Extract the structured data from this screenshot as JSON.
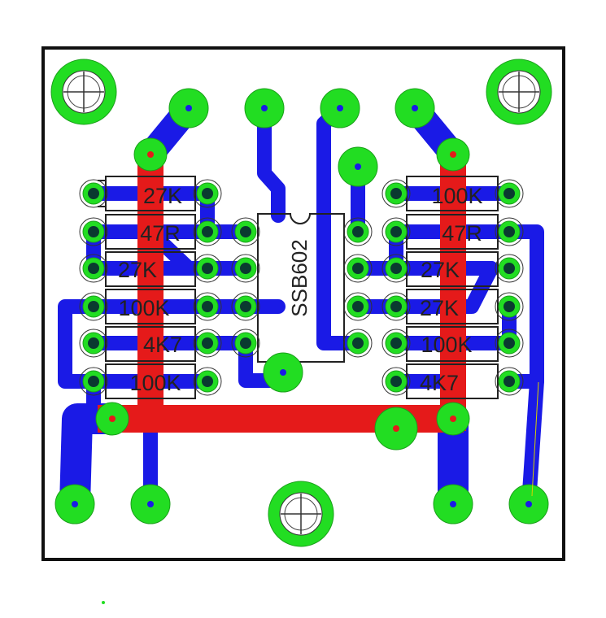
{
  "colors": {
    "board_bg": "#ffffff",
    "outline": "#111111",
    "bottom_trace": "#1a1ae6",
    "top_trace": "#e51a1a",
    "pad_ring": "#22dd22",
    "via_dot": "#1a1ae6",
    "top_via_dot": "#e51a1a",
    "drill": "#0a3a30",
    "silkscreen": "#222222"
  },
  "board": {
    "ic": {
      "label": "SSB602"
    },
    "resistors_left": [
      {
        "label": "27K"
      },
      {
        "label": "47R"
      },
      {
        "label": "27K"
      },
      {
        "label": "100K"
      },
      {
        "label": "4K7"
      },
      {
        "label": "100K"
      }
    ],
    "resistors_right": [
      {
        "label": "100K"
      },
      {
        "label": "47R"
      },
      {
        "label": "27K"
      },
      {
        "label": "27K"
      },
      {
        "label": "100K"
      },
      {
        "label": "4K7"
      }
    ]
  }
}
